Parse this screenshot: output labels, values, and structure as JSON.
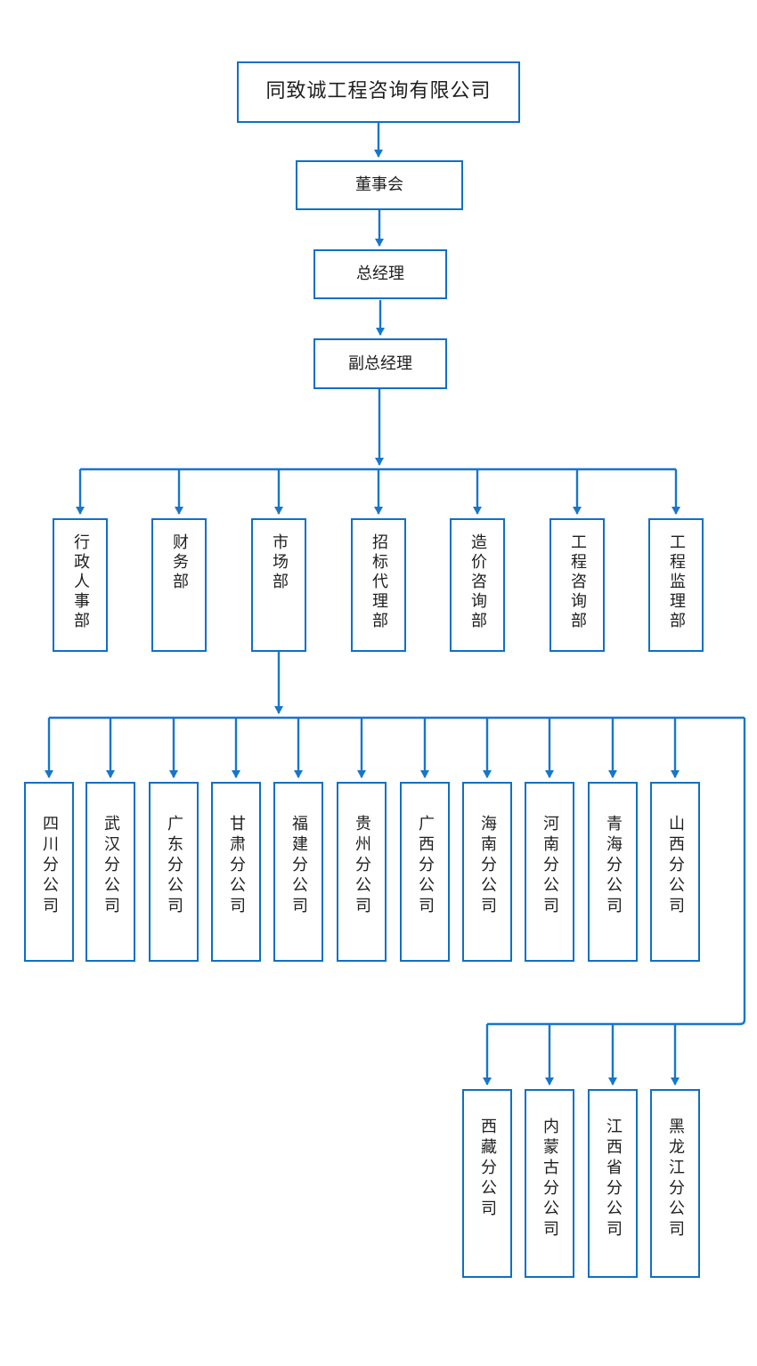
{
  "org": {
    "root": "同致诚工程咨询有限公司",
    "board": "董事会",
    "general_manager": "总经理",
    "deputy_general_manager": "副总经理",
    "departments": [
      "行政人事部",
      "财务部",
      "市场部",
      "招标代理部",
      "造价咨询部",
      "工程咨询部",
      "工程监理部"
    ],
    "branches": [
      "四川分公司",
      "武汉分公司",
      "广东分公司",
      "甘肃分公司",
      "福建分公司",
      "贵州分公司",
      "广西分公司",
      "海南分公司",
      "河南分公司",
      "青海分公司",
      "山西分公司"
    ],
    "sub_branches": [
      "西藏分公司",
      "内蒙古分公司",
      "江西省分公司",
      "黑龙江分公司"
    ]
  },
  "colors": {
    "box_border": "#0E70C6",
    "connector_line": "#1576CC",
    "text": "#1F1F1F",
    "background": "#FFFFFF"
  }
}
